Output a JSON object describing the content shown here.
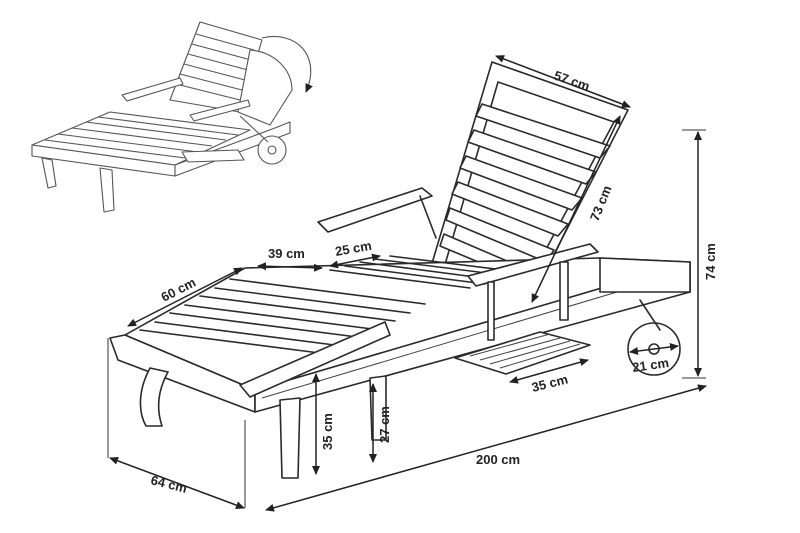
{
  "dimensions": {
    "backrest_width": "57 cm",
    "backrest_length": "73 cm",
    "total_height": "74 cm",
    "seat_length": "60 cm",
    "armrest_length": "39 cm",
    "armrest_width": "25 cm",
    "wheel_diameter": "21 cm",
    "tray_length": "35 cm",
    "seat_height": "35 cm",
    "leg_height": "27 cm",
    "total_length": "200 cm",
    "total_width": "64 cm"
  },
  "colors": {
    "line": "#2a2a2a",
    "arrow": "#222222",
    "background": "#ffffff"
  }
}
